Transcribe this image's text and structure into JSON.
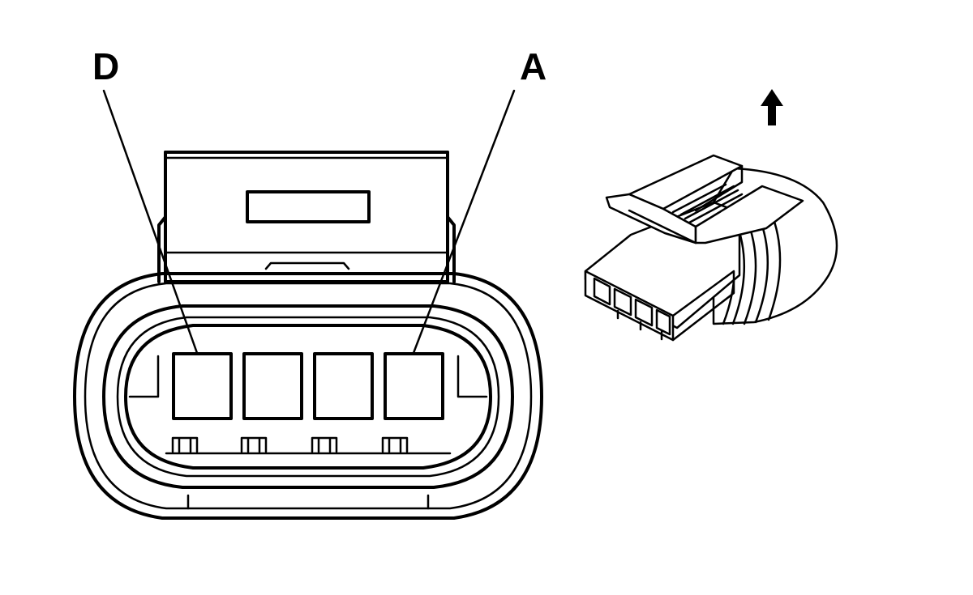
{
  "callouts": {
    "left": "D",
    "right": "A"
  },
  "cavity_count": 4,
  "icons": {
    "orientation_arrow": "arrow-up-icon",
    "connector_iso": "connector-isometric-view"
  },
  "colors": {
    "line": "#000000",
    "background": "#ffffff"
  }
}
